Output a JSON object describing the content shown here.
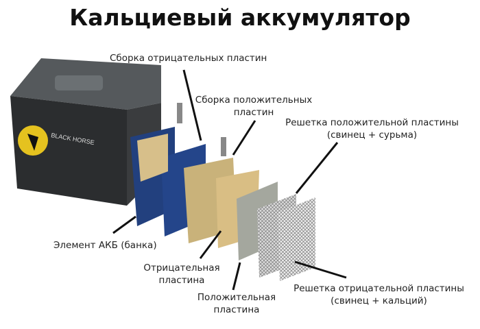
{
  "title": "Кальциевый аккумулятор",
  "logo_text": "BLACK HORSE",
  "labels": {
    "neg_assembly": "Сборка отрицательных пластин",
    "pos_assembly_1": "Сборка положительных",
    "pos_assembly_2": "пластин",
    "pos_grid_1": "Решетка положительной пластины",
    "pos_grid_2": "(свинец + сурьма)",
    "cell": "Элемент АКБ (банка)",
    "neg_plate_1": "Отрицательная",
    "neg_plate_2": "пластина",
    "pos_plate_1": "Положительная",
    "pos_plate_2": "пластина",
    "neg_grid_1": "Решетка отрицательной пластины",
    "neg_grid_2": "(свинец + кальций)"
  }
}
